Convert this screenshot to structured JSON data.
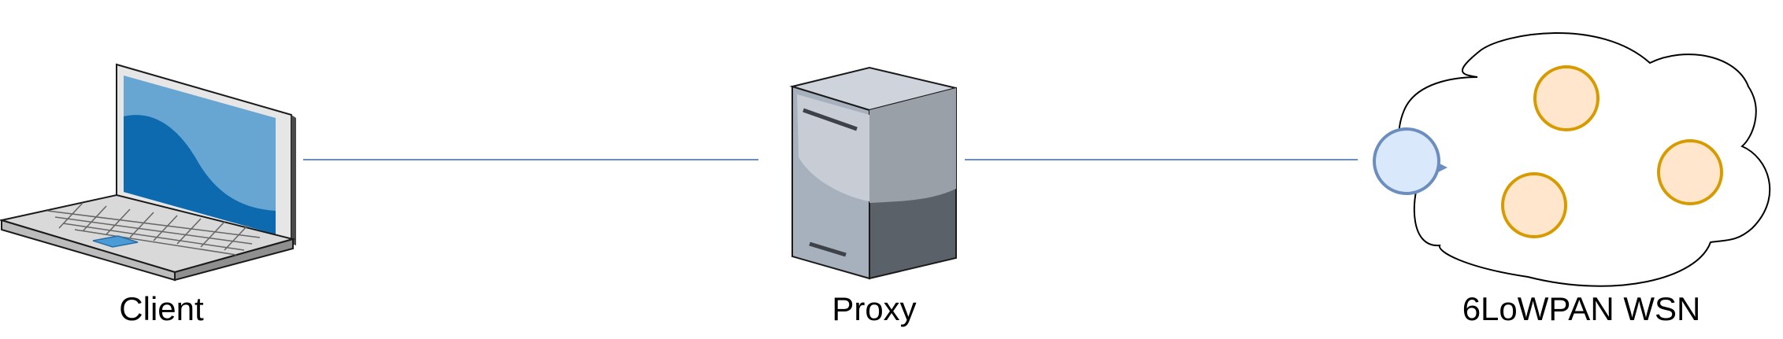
{
  "nodes": {
    "client": {
      "label": "Client",
      "icon": "laptop-icon"
    },
    "proxy": {
      "label": "Proxy",
      "icon": "server-tower-icon"
    },
    "wsn": {
      "label": "6LoWPAN WSN",
      "icon": "cloud-icon"
    }
  },
  "edges": [
    {
      "from": "client",
      "to": "proxy"
    },
    {
      "from": "proxy",
      "to": "wsn"
    }
  ],
  "colors": {
    "edge": "#6c8ebf",
    "gateway_fill": "#dae8fc",
    "gateway_stroke": "#6c8ebf",
    "sensor_fill": "#ffe6cc",
    "sensor_stroke": "#d79b00",
    "laptop_screen": "#67a6d2",
    "laptop_wave": "#0e6aae",
    "server_front": "#a7b0bd",
    "server_side": "#5b6168"
  }
}
